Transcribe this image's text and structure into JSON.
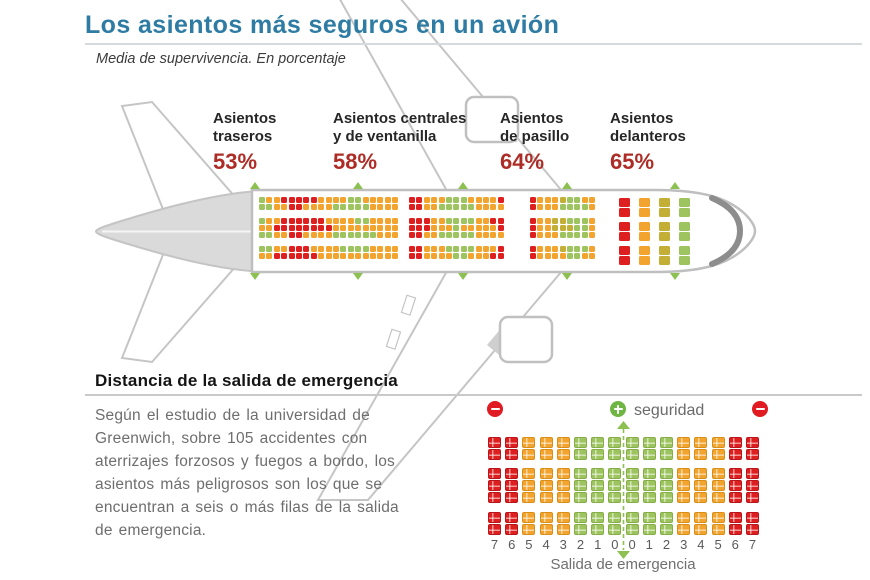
{
  "title": "Los asientos más seguros en un avión",
  "subtitle": "Media de supervivencia. En porcentaje",
  "colors": {
    "safe_green": "#9dc45f",
    "medium_orange": "#f2a42e",
    "danger_red": "#dd1f1f",
    "caution_yellow": "#c3af36",
    "title_blue": "#2e7ca3",
    "percent_red": "#ad2d26",
    "exit_green": "#8cc152"
  },
  "seat_groups": [
    {
      "label": "Asientos\ntraseros",
      "value": "53%"
    },
    {
      "label": "Asientos centrales\ny de ventanilla",
      "value": "58%"
    },
    {
      "label": "Asientos\nde pasillo",
      "value": "64%"
    },
    {
      "label": "Asientos\ndelanteros",
      "value": "65%"
    }
  ],
  "plane": {
    "sections": [
      {
        "name": "rear",
        "columns": [
          "gggoggo",
          "ogooggo",
          "oooroor",
          "rorroor",
          "rrrrrrr",
          "rrrrrrr",
          "rorrorr",
          "rorroor",
          "oorrooo",
          "ooorooo",
          "ogoogoo",
          "ogooggo",
          "ggooggo",
          "gggoggo",
          "oggoggo",
          "oooogoo",
          "ooooooo",
          "ooooooo",
          "ooooooo"
        ]
      },
      {
        "name": "mid-rear",
        "columns": [
          "rrrrrrr",
          "rrrrrrr",
          "oorrooo",
          "ooooooo",
          "ogoogoo",
          "gggoggo",
          "ggggggg",
          "gggoggg",
          "oggoggo",
          "ooooooo",
          "ooooooo",
          "oorooor",
          "rorrorr"
        ]
      },
      {
        "name": "mid-front",
        "columns": [
          "rrrrrrr",
          "ooooooo",
          "ooooooo",
          "ooyyooo",
          "ygyygyo",
          "gggyggg",
          "ggggggg",
          "ogggggo",
          "ooooooo"
        ]
      },
      {
        "name": "front",
        "columns": [
          "rrrrrr",
          "oooooo",
          "yyyyyy",
          "gggggg"
        ]
      }
    ]
  },
  "emergency_section": {
    "heading": "Distancia de la salida de emergencia",
    "body": "Según el estudio de la universidad de\nGreenwich, sobre 105 accidentes con\naterrizajes forzosos y fuegos a bordo, los\nasientos más peligrosos son los que se\nencuentran a seis o más filas de la salida\nde emergencia."
  },
  "exit_diagram": {
    "safety_label": "seguridad",
    "exit_label": "Salida de emergencia",
    "column_numbers": [
      "7",
      "6",
      "5",
      "4",
      "3",
      "2",
      "1",
      "0",
      "0",
      "1",
      "2",
      "3",
      "4",
      "5",
      "6",
      "7"
    ],
    "column_colors": [
      "r",
      "r",
      "o",
      "o",
      "o",
      "g",
      "g",
      "g",
      "g",
      "g",
      "g",
      "o",
      "o",
      "o",
      "r",
      "r"
    ]
  }
}
